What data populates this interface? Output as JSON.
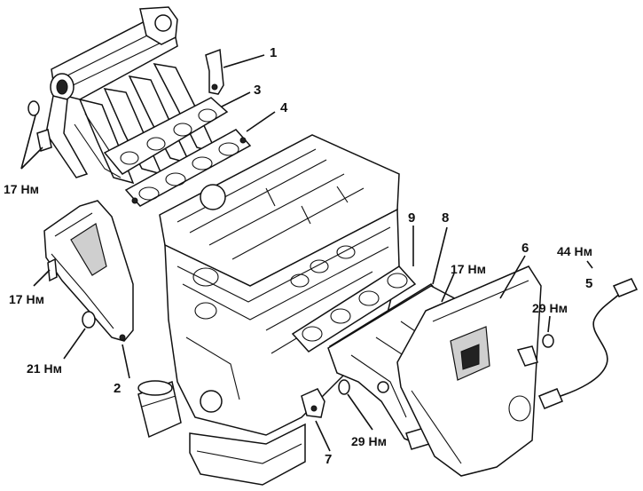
{
  "callouts": {
    "c1": "1",
    "c2": "2",
    "c3": "3",
    "c4": "4",
    "c5": "5",
    "c6": "6",
    "c7": "7",
    "c8": "8",
    "c9": "9"
  },
  "torques": {
    "t_intake_bolts": "17 Нм",
    "t_cover_left": "17 Нм",
    "t_cover_nut": "21 Нм",
    "t_exhaust_studs": "17 Нм",
    "t_o2_sensor": "44 Нм",
    "t_heat_shield": "29 Нм",
    "t_bracket_nut": "29 Нм"
  },
  "colors": {
    "ink": "#111111",
    "paper": "#ffffff"
  }
}
